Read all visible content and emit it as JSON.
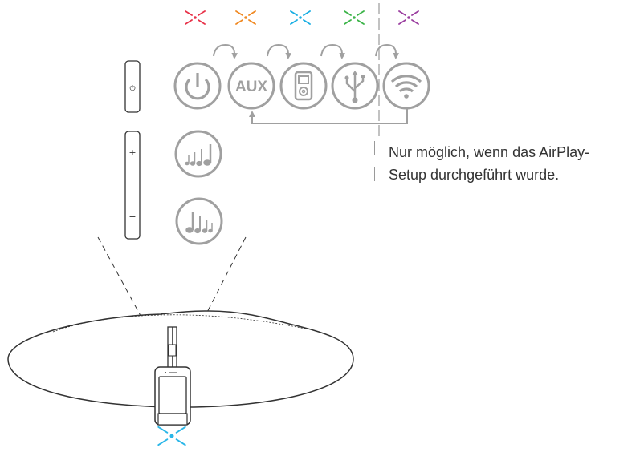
{
  "indicator_colors": {
    "red": "#e8334a",
    "orange": "#f08a24",
    "cyan": "#19aee3",
    "green": "#3cb449",
    "purple": "#9b3fa0",
    "dock_indicator": "#29b6e8"
  },
  "ui_colors": {
    "icon_gray": "#a0a0a0",
    "line_dark": "#333333",
    "dash_gray": "#8a8a8a"
  },
  "buttons": {
    "power_symbol": "⏻",
    "plus_symbol": "+",
    "minus_symbol": "−"
  },
  "source_icons": [
    {
      "name": "power-icon",
      "label": ""
    },
    {
      "name": "aux-icon",
      "label": "AUX"
    },
    {
      "name": "ipod-icon",
      "label": ""
    },
    {
      "name": "usb-icon",
      "label": ""
    },
    {
      "name": "wifi-airplay-icon",
      "label": ""
    }
  ],
  "note": {
    "line1": "Nur möglich, wenn das AirPlay-",
    "line2": "Setup durchgeführt wurde."
  }
}
